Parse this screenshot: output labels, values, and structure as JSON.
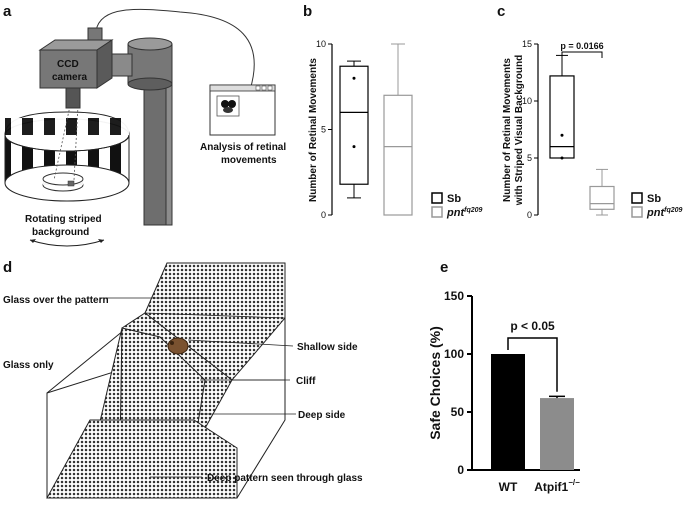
{
  "panels": {
    "a": {
      "label": "a",
      "camera_label_1": "CCD",
      "camera_label_2": "camera",
      "analysis_label_1": "Analysis of retinal",
      "analysis_label_2": "movements",
      "drum_label_1": "Rotating striped",
      "drum_label_2": "background"
    },
    "b": {
      "label": "b"
    },
    "c": {
      "label": "c"
    },
    "d": {
      "label": "d",
      "glass_pattern": "Glass over the pattern",
      "glass_only": "Glass only",
      "shallow_side": "Shallow side",
      "cliff": "Cliff",
      "deep_side": "Deep side",
      "deep_pattern": "Deep pattern seen through glass"
    },
    "e": {
      "label": "e"
    }
  },
  "chart_data": [
    {
      "panel": "b",
      "type": "box",
      "ylabel": "Number of Retinal Movements",
      "ylim": [
        0,
        10
      ],
      "yticks": [
        "0",
        "5",
        "10"
      ],
      "series": [
        {
          "name": "Sb",
          "min": 1,
          "q1": 1.8,
          "median": 6,
          "q3": 8.7,
          "max": 9,
          "points": [
            8,
            4
          ],
          "color": "#000000"
        },
        {
          "name": "pnt",
          "name_superscript": "fq209",
          "min": 0,
          "q1": 0,
          "median": 4,
          "q3": 7,
          "max": 10,
          "points": [],
          "color": "#999999"
        }
      ],
      "legend": "bottom-right"
    },
    {
      "panel": "c",
      "type": "box",
      "ylabel_1": "Number of Retinal Movements",
      "ylabel_2": "with Striped Visual Background",
      "ylim": [
        0,
        15
      ],
      "yticks": [
        "0",
        "5",
        "10",
        "15"
      ],
      "annotation": "p = 0.0166",
      "series": [
        {
          "name": "Sb",
          "min": 5,
          "q1": 5,
          "median": 6,
          "q3": 12.2,
          "max": 14,
          "points": [
            7,
            5
          ],
          "color": "#000000"
        },
        {
          "name": "pnt",
          "name_superscript": "fq209",
          "min": 0,
          "q1": 0.5,
          "median": 1,
          "q3": 2.5,
          "max": 4,
          "points": [],
          "color": "#999999"
        }
      ],
      "legend": "bottom-right"
    },
    {
      "panel": "e",
      "type": "bar",
      "ylabel": "Safe Choices (%)",
      "ylim": [
        0,
        150
      ],
      "yticks": [
        "0",
        "50",
        "100",
        "150"
      ],
      "annotation": "p < 0.05",
      "categories": [
        "WT",
        "Atpif1"
      ],
      "category_superscript": [
        "",
        "−/−"
      ],
      "values": [
        100,
        62
      ],
      "errors": [
        0,
        1.5
      ],
      "colors": [
        "#000000",
        "#8c8c8c"
      ]
    }
  ]
}
